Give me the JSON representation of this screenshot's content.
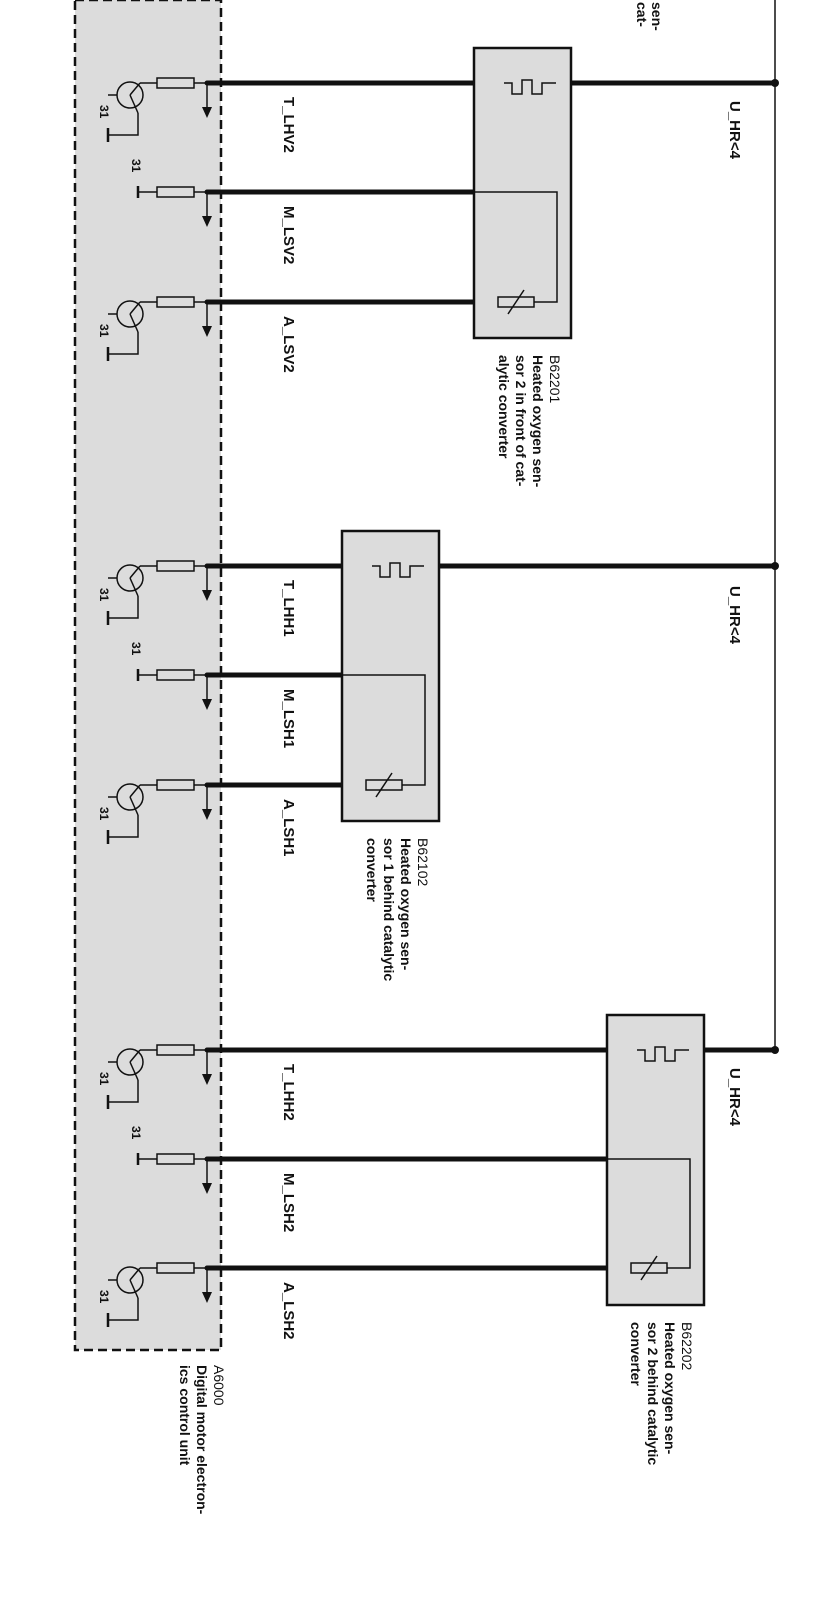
{
  "top_partial": {
    "line1": "sen-",
    "line2": "cat-"
  },
  "ground_label": "31",
  "control_unit": {
    "id": "A6000",
    "line1": "Digital motor electron-",
    "line2": "ics control unit"
  },
  "sensors": [
    {
      "id": "B62201",
      "desc": [
        "Heated oxygen sen-",
        "sor 2 in front of cat-",
        "alytic converter"
      ],
      "pins": [
        "T_LHV2",
        "M_LSV2",
        "A_LSV2"
      ],
      "supply": "U_HR<4"
    },
    {
      "id": "B62102",
      "desc": [
        "Heated oxygen sen-",
        "sor 1 behind catalytic",
        "converter"
      ],
      "pins": [
        "T_LHH1",
        "M_LSH1",
        "A_LSH1"
      ],
      "supply": "U_HR<4"
    },
    {
      "id": "B62202",
      "desc": [
        "Heated oxygen sen-",
        "sor 2 behind catalytic",
        "converter"
      ],
      "pins": [
        "T_LHH2",
        "M_LSH2",
        "A_LSH2"
      ],
      "supply": "U_HR<4"
    }
  ]
}
